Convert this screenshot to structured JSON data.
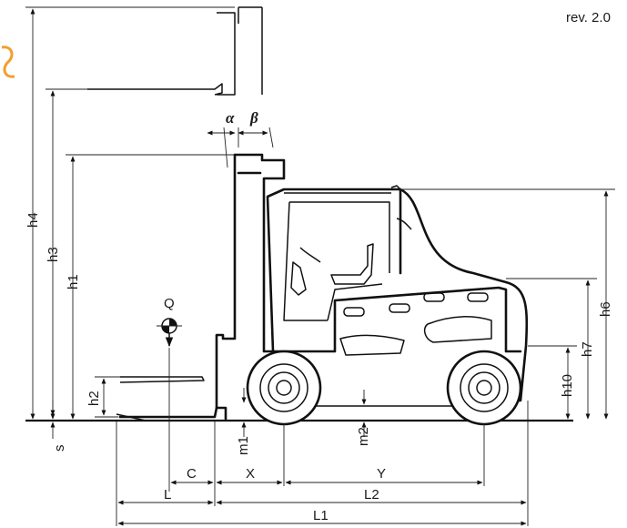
{
  "revision": "rev. 2.0",
  "symbols": {
    "tilt_forward": "α",
    "tilt_backward": "β",
    "load": "Q"
  },
  "dimensions": {
    "h4": "h4",
    "h3": "h3",
    "h1": "h1",
    "h2": "h2",
    "s": "s",
    "h6": "h6",
    "h7": "h7",
    "h10": "h10",
    "m1": "m1",
    "m2": "m2",
    "C": "C",
    "X": "X",
    "Y": "Y",
    "L": "L",
    "L2": "L2",
    "L1": "L1"
  },
  "colors": {
    "line": "#111111",
    "accent": "#f0a030"
  }
}
